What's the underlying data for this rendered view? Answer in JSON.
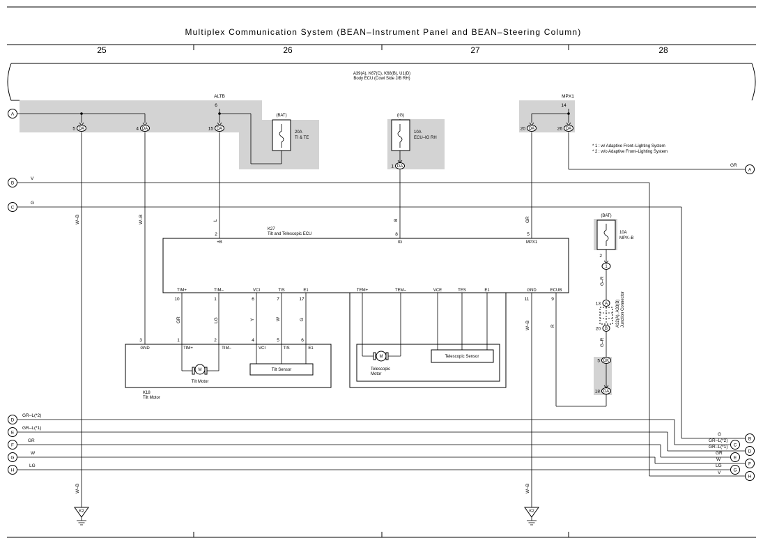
{
  "title": "Multiplex Communication System (BEAN–Instrument Panel and BEAN–Steering Column)",
  "sections": [
    "25",
    "26",
    "27",
    "28"
  ],
  "body_ecu": {
    "codes": "A39(A), K67(C), K68(B), U1(D)",
    "name": "Body ECU (Cowl Side J/B RH)"
  },
  "pins": {
    "altb": "ALTB",
    "altb_pin": "6",
    "mpx1": "MPX1",
    "mpx1_pin": "14",
    "p5": "5",
    "p4": "4",
    "p15": "15",
    "p1": "1",
    "p20": "20",
    "p26": "26",
    "da": "DA",
    "dk": "DK"
  },
  "fuses": {
    "bat1": "(BAT)",
    "f1_amp": "20A",
    "f1_name": "TI & TE",
    "ig": "(IG)",
    "f2_amp": "10A",
    "f2_name": "ECU–IG RH",
    "bat2": "(BAT)",
    "f3_amp": "10A",
    "f3_name": "MPX–B"
  },
  "notes": {
    "n1": "* 1 : w/ Adaptive Front–Lighting System",
    "n2": "* 2 : w/o Adaptive Front–Lighting System"
  },
  "ecu": {
    "code": "K27",
    "name": "Tilt and Telescopic ECU",
    "pin_b": "2",
    "term_b": "+B",
    "pin_ig": "8",
    "term_ig": "IG",
    "pin_mpx1": "5",
    "term_mpx1": "MPX1",
    "bottom_terms": [
      "TIM+",
      "TIM–",
      "VCI",
      "TIS",
      "E1",
      "TEM+",
      "TEM–",
      "VCE",
      "TES",
      "E1",
      "GND",
      "ECUB"
    ],
    "bottom_pins": [
      "10",
      "1",
      "6",
      "7",
      "17",
      "11",
      "9"
    ]
  },
  "k18": {
    "code": "K18",
    "name": "Tilt Motor",
    "pins": [
      "3",
      "1",
      "2",
      "4",
      "5",
      "6"
    ],
    "terms": [
      "GND",
      "TIM+",
      "TIM–",
      "VCI",
      "TIS",
      "E1"
    ],
    "motor": "Tilt Motor",
    "sensor": "Tilt Sensor",
    "m": "M"
  },
  "tele": {
    "motor": "Telescopic Motor",
    "motor_l1": "Telescopic",
    "motor_l2": "Motor",
    "sensor": "Telescopic Sensor"
  },
  "junction": {
    "pin_1": "1",
    "pin_13": "13",
    "a": "A",
    "pin_20": "20",
    "b": "B",
    "code": "A32(A), A33(B)",
    "name": "Junction Connector",
    "pin_5": "5",
    "pin_18": "18",
    "pin_2": "2"
  },
  "wires": {
    "wb": "W–B",
    "l": "L",
    "b": "B",
    "gr": "GR",
    "lg": "LG",
    "y": "Y",
    "w": "W",
    "g": "G",
    "r": "R",
    "gr_r": "G–R",
    "v": "V",
    "grl2": "GR–L(*2)",
    "grl1": "GR–L(*1)"
  },
  "connectors": [
    "A",
    "B",
    "C",
    "D",
    "E",
    "F",
    "G",
    "H"
  ],
  "ground": "K2"
}
